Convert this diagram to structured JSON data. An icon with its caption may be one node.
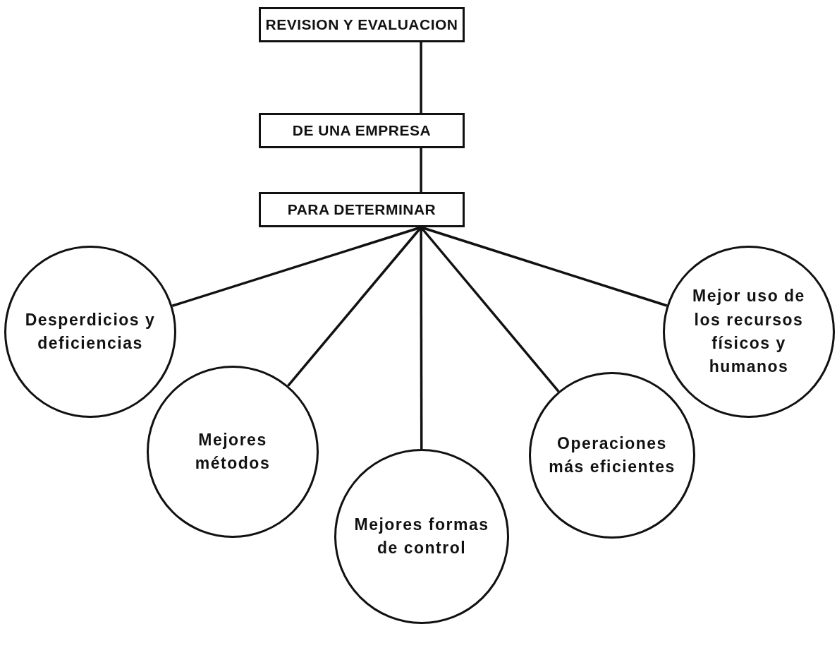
{
  "diagram": {
    "nodes": [
      {
        "text": [
          "REVISION Y EVALUACION"
        ]
      },
      {
        "text": [
          "DE UNA EMPRESA"
        ]
      },
      {
        "text": [
          "PARA DETERMINAR"
        ]
      },
      {
        "text": [
          "Desperdicios y deficiencias"
        ]
      },
      {
        "text": [
          "Mejores métodos"
        ]
      },
      {
        "text": [
          "Mejores formas de control"
        ]
      },
      {
        "text": [
          "Operaciones más eficientes"
        ]
      },
      {
        "text": [
          "Mejor uso de los recursos físicos y humanos"
        ]
      }
    ],
    "edges": [
      {
        "from": 0,
        "to": 1,
        "arrow": "none"
      },
      {
        "from": 1,
        "to": 2,
        "arrow": "none"
      },
      {
        "from": 2,
        "to": 3,
        "arrow": "none"
      },
      {
        "from": 2,
        "to": 4,
        "arrow": "none"
      },
      {
        "from": 2,
        "to": 5,
        "arrow": "none"
      },
      {
        "from": 2,
        "to": 6,
        "arrow": "none"
      },
      {
        "from": 2,
        "to": 7,
        "arrow": "none"
      }
    ]
  }
}
